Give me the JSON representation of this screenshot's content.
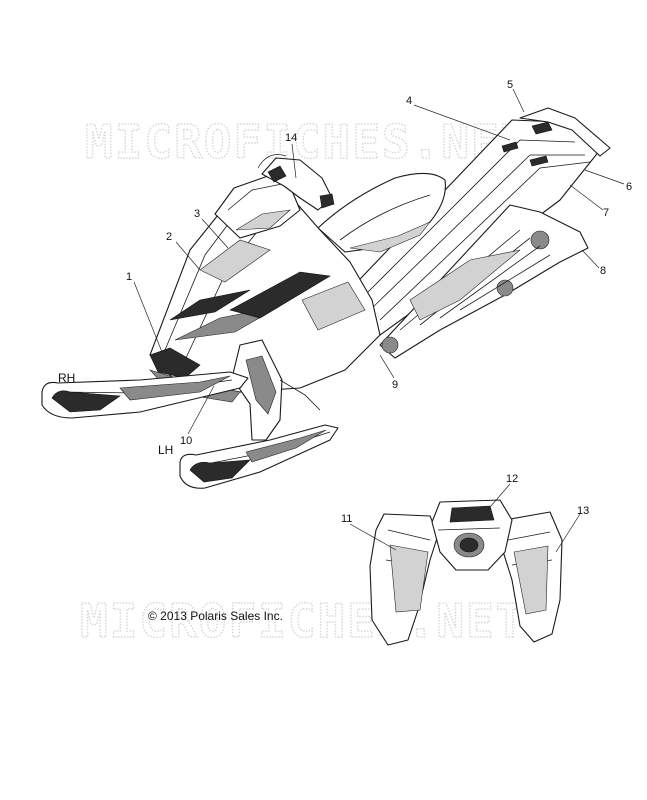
{
  "watermark": "MICROFICHES.NET",
  "copyright": "© 2013 Polaris Sales Inc.",
  "side_labels": {
    "rh": "RH",
    "lh": "LH"
  },
  "callouts": [
    "1",
    "2",
    "3",
    "4",
    "5",
    "6",
    "7",
    "8",
    "9",
    "10",
    "11",
    "12",
    "13",
    "14"
  ]
}
